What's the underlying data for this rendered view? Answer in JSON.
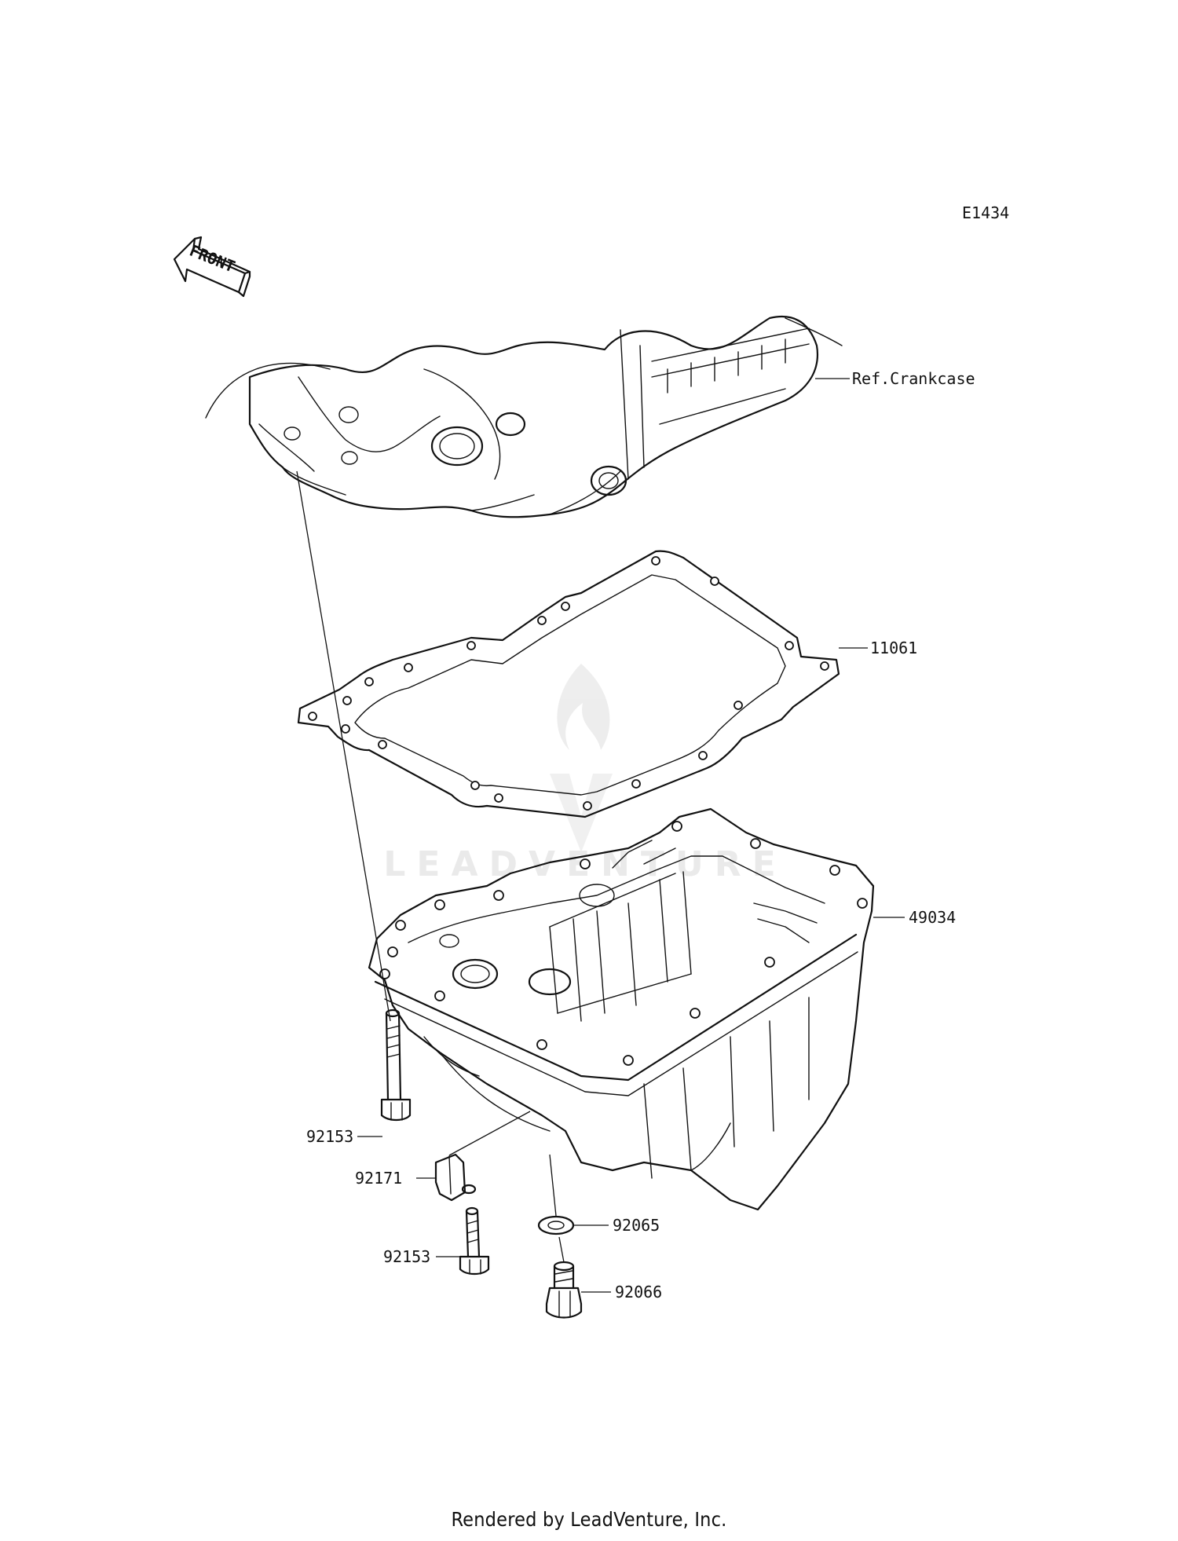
{
  "diagram_code": "E1434",
  "front_arrow_label": "FRONT",
  "watermark_text": "LEADVENTURE",
  "callouts": {
    "crankcase": "Ref.Crankcase",
    "gasket": "11061",
    "oil_pan": "49034",
    "bolt_upper": "92153",
    "clamp": "92171",
    "bolt_lower": "92153",
    "washer": "92065",
    "drain_plug": "92066"
  },
  "footer_text": "Rendered by LeadVenture, Inc."
}
